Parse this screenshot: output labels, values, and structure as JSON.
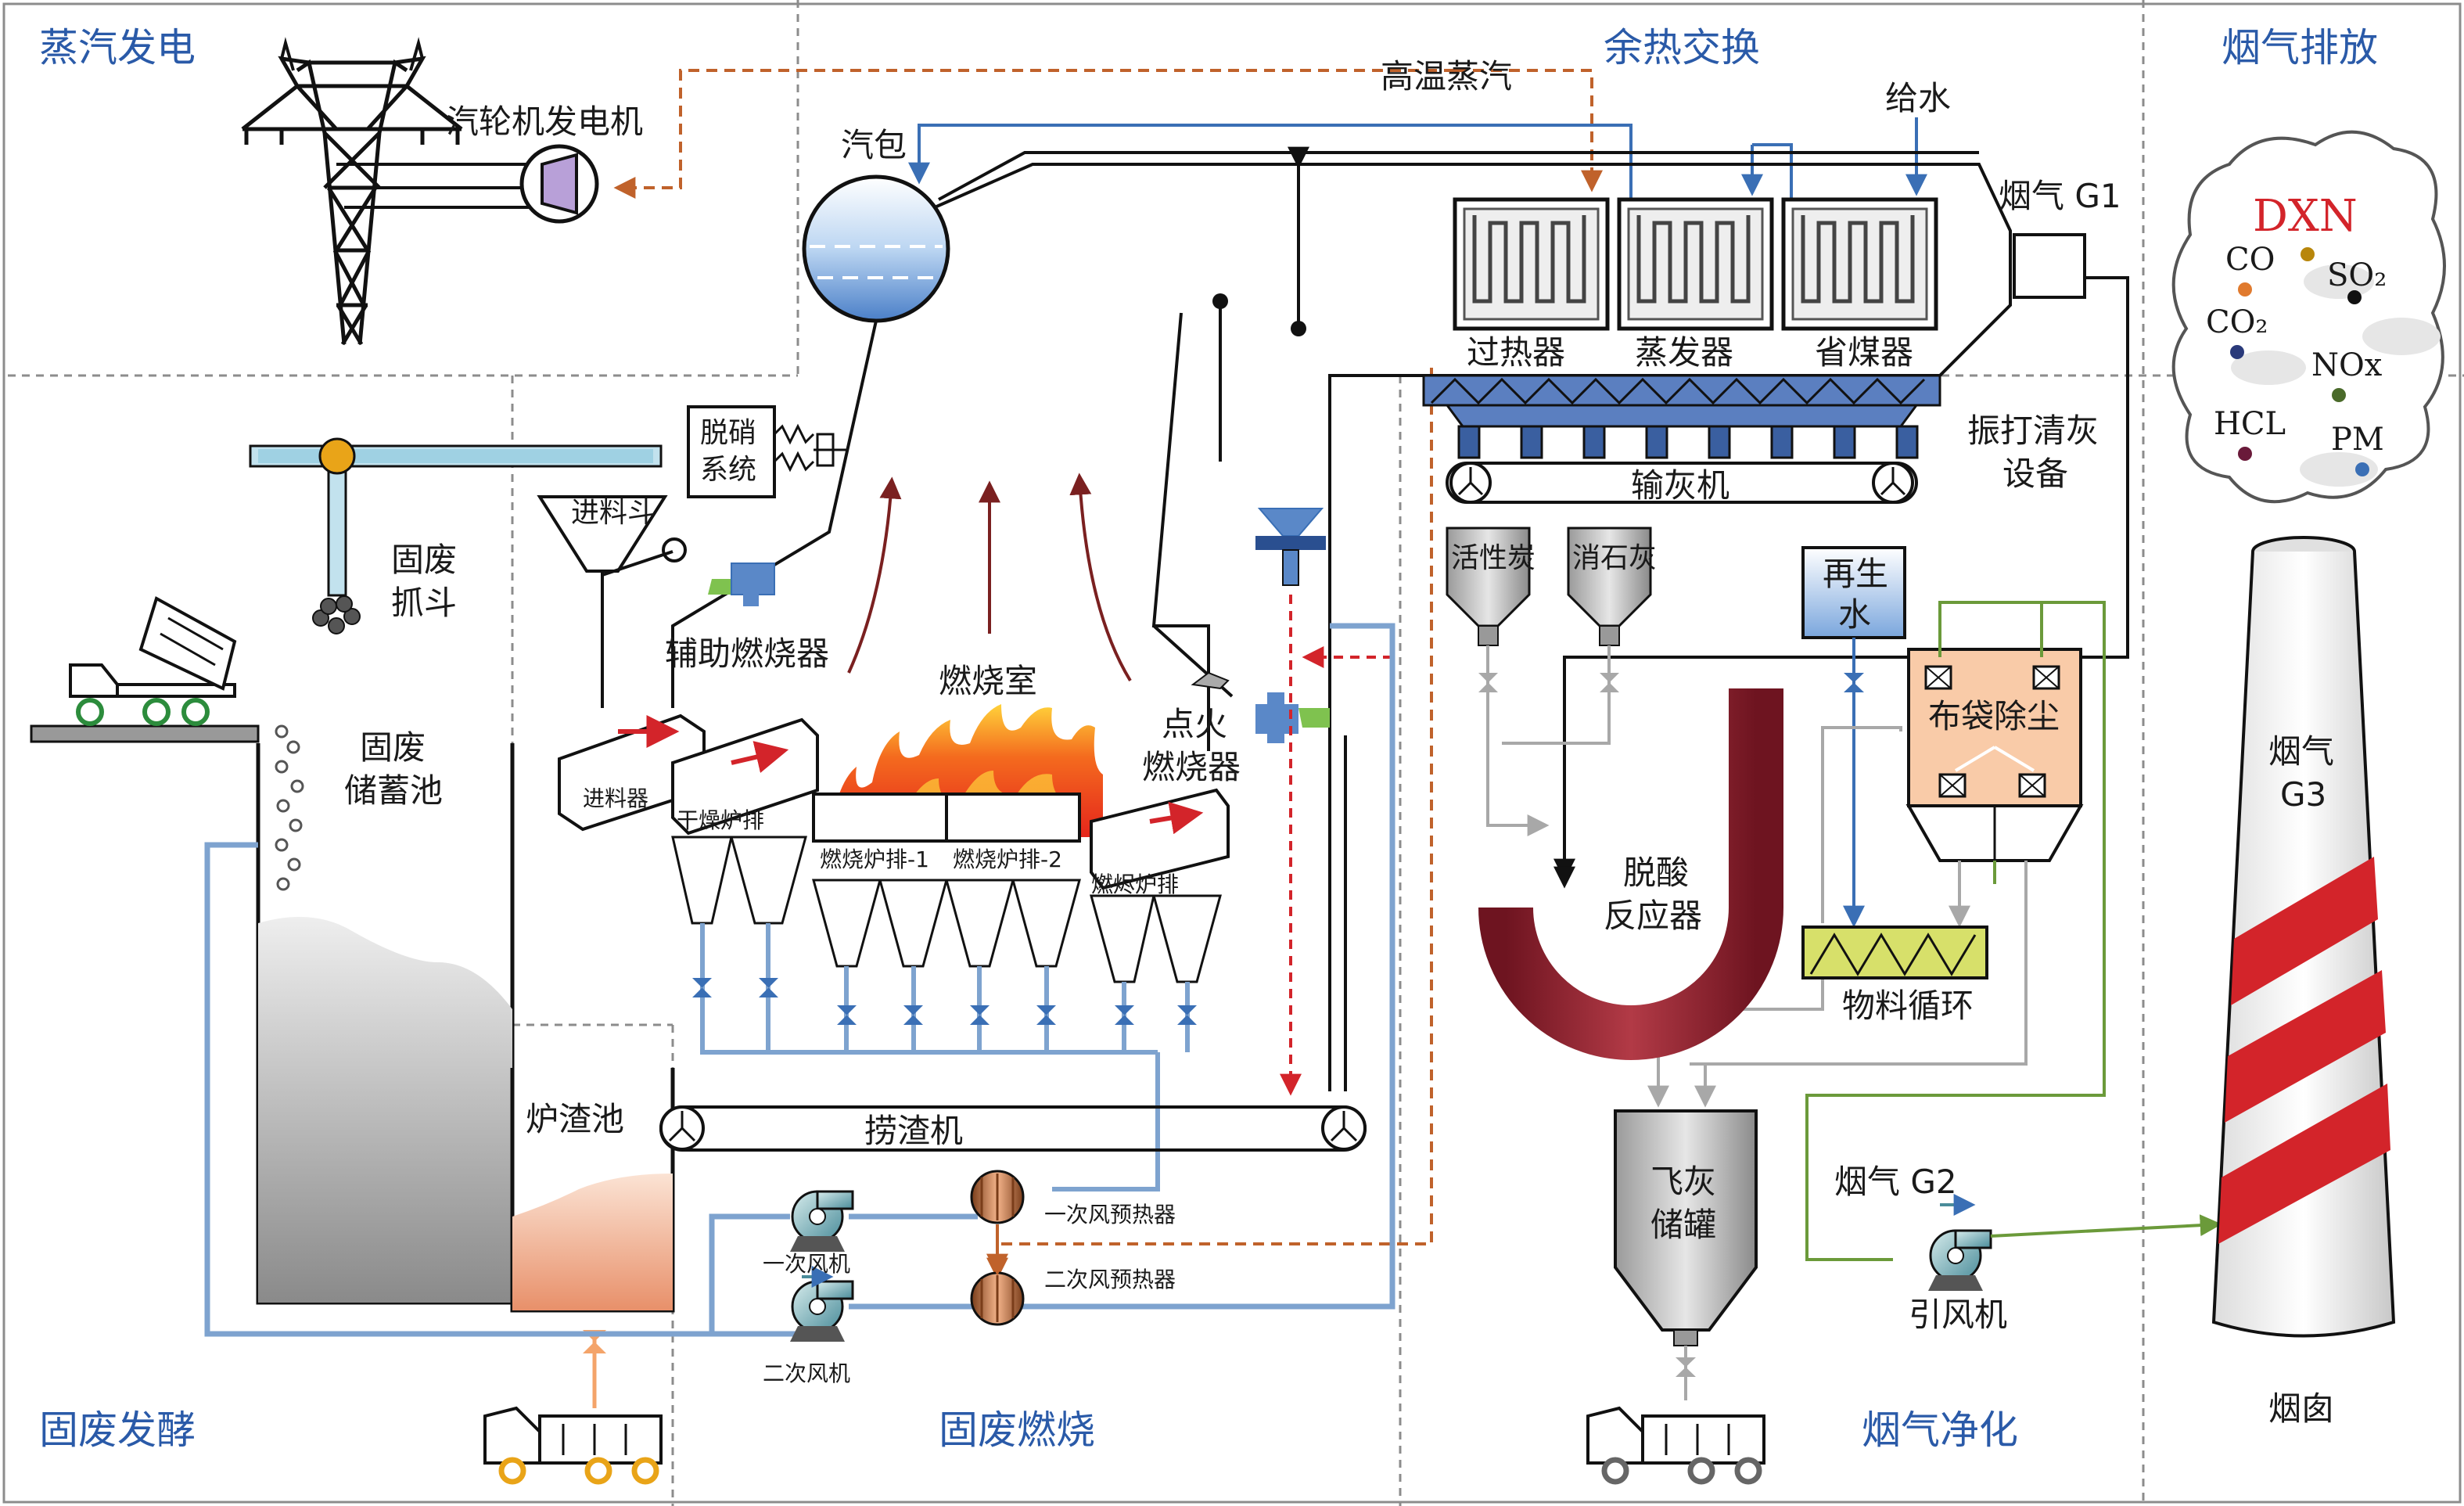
{
  "zones": {
    "steam_power": "蒸汽发电",
    "heat_exchange": "余热交换",
    "flue_emission": "烟气排放",
    "waste_ferment": "固废发酵",
    "waste_burn": "固废燃烧",
    "flue_clean": "烟气净化"
  },
  "labels": {
    "turbine": "汽轮机发电机",
    "hot_steam": "高温蒸汽",
    "drum": "汽包",
    "feed_water": "给水",
    "flue_g1": "烟气 G1",
    "superheater": "过热器",
    "evaporator": "蒸发器",
    "economizer": "省煤器",
    "rapping_1": "振打清灰",
    "rapping_2": "设备",
    "ash_conveyor": "输灰机",
    "denox_1": "脱硝",
    "denox_2": "系统",
    "hopper": "进料斗",
    "grab_1": "固废",
    "grab_2": "抓斗",
    "aux_burner": "辅助燃烧器",
    "furnace": "燃烧室",
    "ignition_1": "点火",
    "ignition_2": "燃烧器",
    "pool_1": "固废",
    "pool_2": "储蓄池",
    "feeder": "进料器",
    "dry_grate": "干燥炉排",
    "burn_grate_1": "燃烧炉排-1",
    "burn_grate_2": "燃烧炉排-2",
    "ember_grate": "燃烬炉排",
    "slag_pool": "炉渣池",
    "slag_remover": "捞渣机",
    "fan_1": "一次风机",
    "fan_2": "二次风机",
    "preheater_1": "一次风预热器",
    "preheater_2": "二次风预热器",
    "carbon": "活性炭",
    "lime": "消石灰",
    "regen_water_1": "再生",
    "regen_water_2": "水",
    "bag_filter": "布袋除尘",
    "deacid_1": "脱酸",
    "deacid_2": "反应器",
    "recycle": "物料循环",
    "fly_ash_1": "飞灰",
    "fly_ash_2": "储罐",
    "flue_g2": "烟气 G2",
    "induced_fan": "引风机",
    "flue_g3_1": "烟气",
    "flue_g3_2": "G3",
    "chimney": "烟囱"
  },
  "pollutants": {
    "dxn": "DXN",
    "co": "CO",
    "so2": "SO₂",
    "co2": "CO₂",
    "nox": "NOx",
    "hcl": "HCL",
    "pm": "PM"
  },
  "colors": {
    "zone_title": "#2a5aa8",
    "steam_line": "#c0622b",
    "water_line": "#3a6fb5",
    "air_line": "#d3242a",
    "clean_line": "#6b9a3a",
    "ash_line": "#a8a8a8",
    "pipe": "#7ea3cf",
    "reactor": "#8a1f2a",
    "chimney_band": "#d3242a"
  }
}
